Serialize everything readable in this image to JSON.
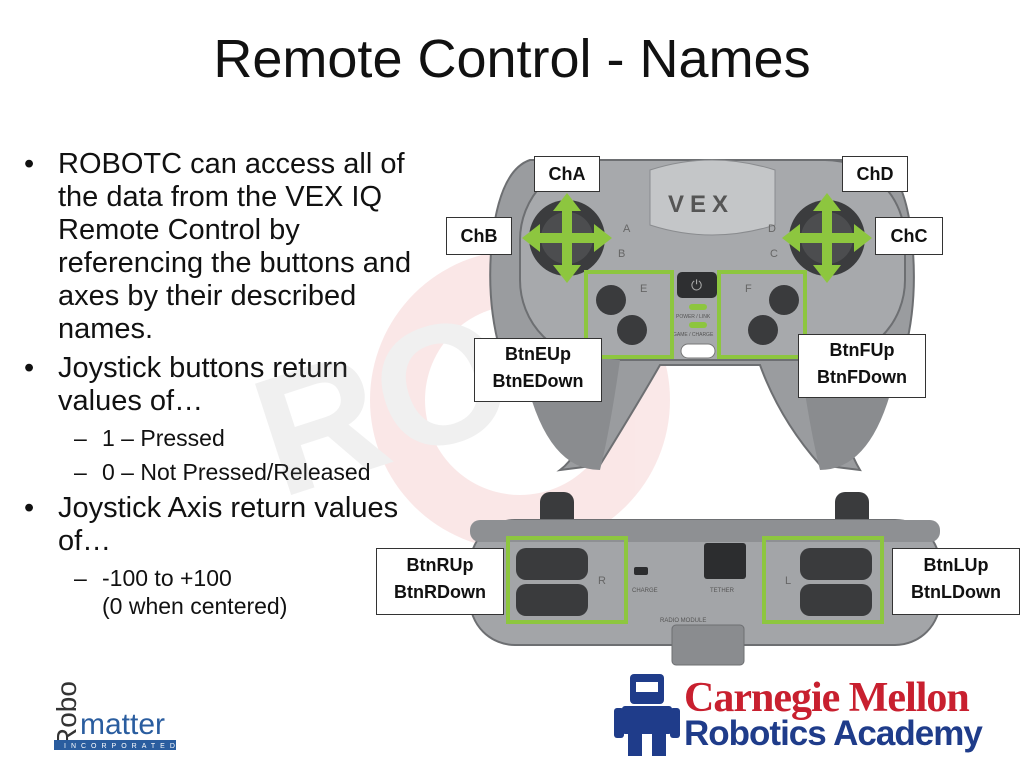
{
  "slide": {
    "title": "Remote Control - Names"
  },
  "bullets": [
    {
      "text": "ROBOTC can access all of the data from the VEX IQ Remote Control by referencing the buttons and axes by their described names."
    },
    {
      "text": "Joystick buttons return values of…",
      "sub": [
        "1 – Pressed",
        "0 – Not Pressed/Released"
      ]
    },
    {
      "text": "Joystick Axis return values of…",
      "sub_line1": "-100 to +100",
      "sub_line2": "(0 when centered)"
    }
  ],
  "labels": {
    "chA": "ChA",
    "chB": "ChB",
    "chC": "ChC",
    "chD": "ChD",
    "btnEUp": "BtnEUp",
    "btnEDown": "BtnEDown",
    "btnFUp": "BtnFUp",
    "btnFDown": "BtnFDown",
    "btnRUp": "BtnRUp",
    "btnRDown": "BtnRDown",
    "btnLUp": "BtnLUp",
    "btnLDown": "BtnLDown"
  },
  "controller_text": {
    "brand": "VEX",
    "power_link": "POWER / LINK",
    "game_charge": "GAME / CHARGE",
    "charge": "CHARGE",
    "tether": "TETHER",
    "radio_module": "RADIO MODULE",
    "letters": [
      "A",
      "B",
      "E",
      "F",
      "D",
      "C",
      "R",
      "L"
    ]
  },
  "logos": {
    "robomatter_robo": "Robo",
    "robomatter_matter": "matter",
    "robomatter_inc": "INCORPORATED",
    "cmu_line1": "Carnegie Mellon",
    "cmu_line2": "Robotics Academy"
  },
  "colors": {
    "highlight_green": "#8dc63f",
    "arrow_green": "#8dc63f",
    "cmu_red": "#c8202f",
    "cmu_blue": "#1f3c8a",
    "robomatter_blue": "#2a5d9f"
  }
}
